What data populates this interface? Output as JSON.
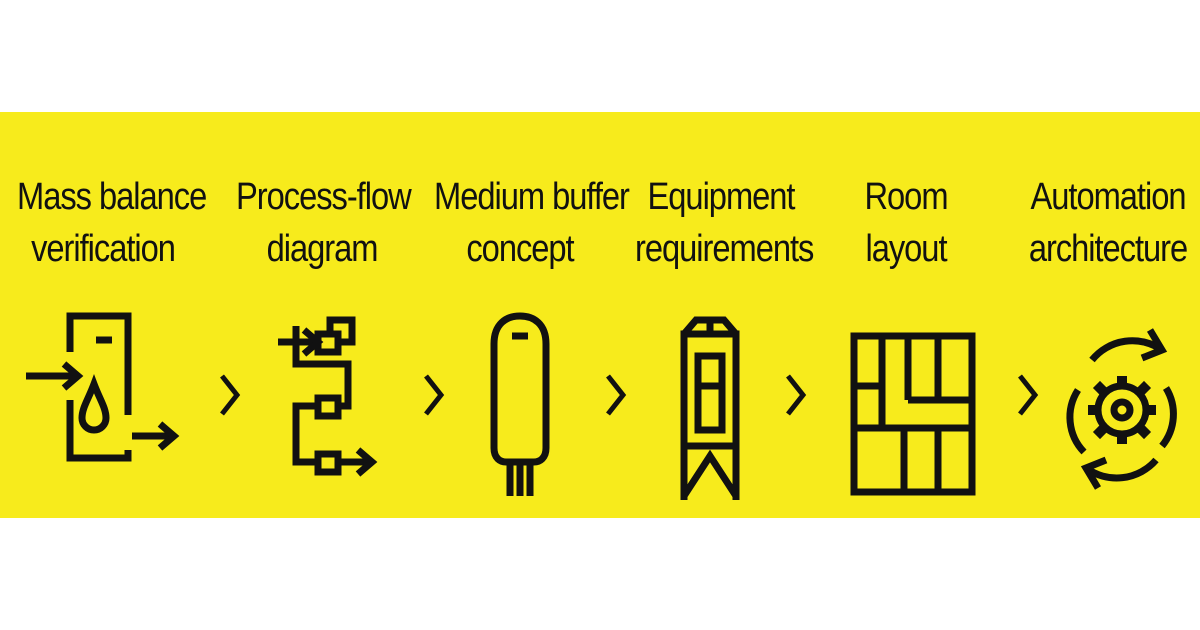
{
  "colors": {
    "band": "#f7eb1c",
    "ink": "#111111",
    "background": "#ffffff"
  },
  "steps": [
    {
      "line1": "Mass balance",
      "line2": "verification",
      "icon": "mass-balance-icon"
    },
    {
      "line1": "Process-flow",
      "line2": "diagram",
      "icon": "process-flow-icon"
    },
    {
      "line1": "Medium buffer",
      "line2": "concept",
      "icon": "medium-buffer-tank-icon"
    },
    {
      "line1": "Equipment",
      "line2": "requirements",
      "icon": "equipment-cabinet-icon"
    },
    {
      "line1": "Room",
      "line2": "layout",
      "icon": "room-layout-icon"
    },
    {
      "line1": "Automation",
      "line2": "architecture",
      "icon": "automation-gear-icon"
    }
  ],
  "separator_icon": "chevron-right-icon"
}
